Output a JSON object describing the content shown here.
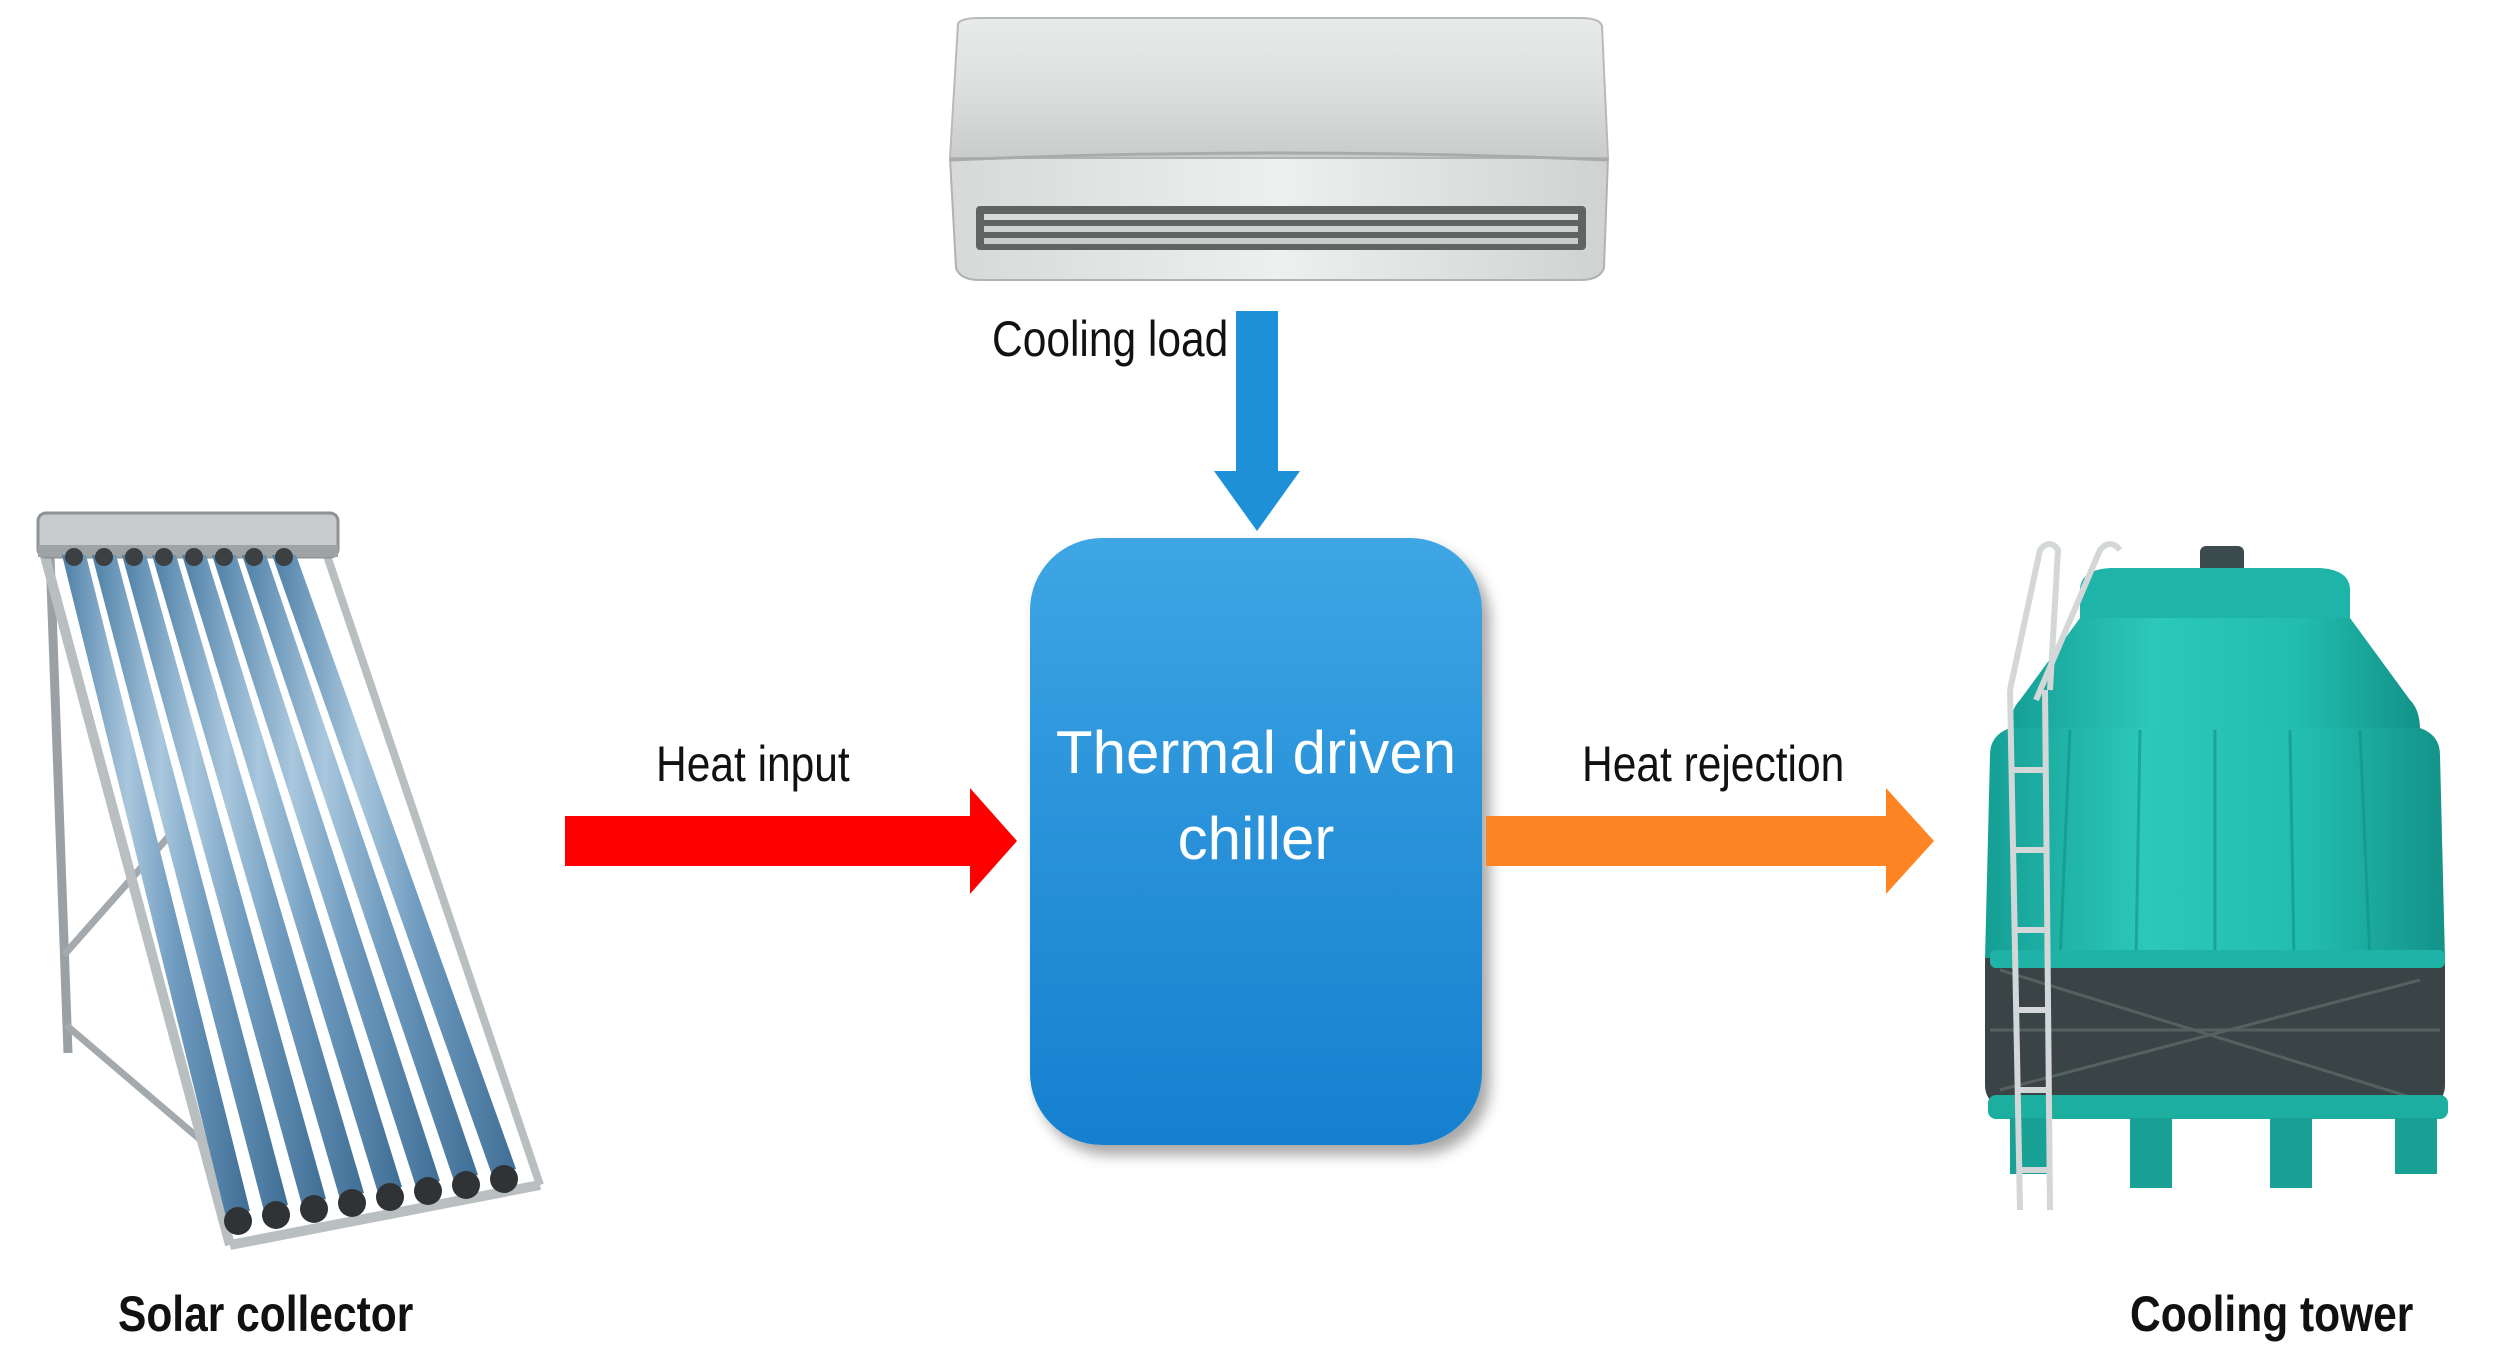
{
  "labels": {
    "cooling_load": "Cooling load",
    "heat_input": "Heat input",
    "heat_rejection": "Heat rejection",
    "solar_collector": "Solar collector",
    "cooling_tower": "Cooling tower"
  },
  "chiller": {
    "line1": "Thermal driven",
    "line2": "chiller"
  },
  "colors": {
    "heat_input_arrow": "#ff0000",
    "heat_rejection_arrow": "#ff8424",
    "cooling_load_arrow": "#1d90d8",
    "chiller_fill": "#2a93da",
    "cooling_tower_body": "#22c3b6"
  },
  "icons": [
    "air-conditioner-icon",
    "solar-collector-icon",
    "cooling-tower-icon"
  ]
}
